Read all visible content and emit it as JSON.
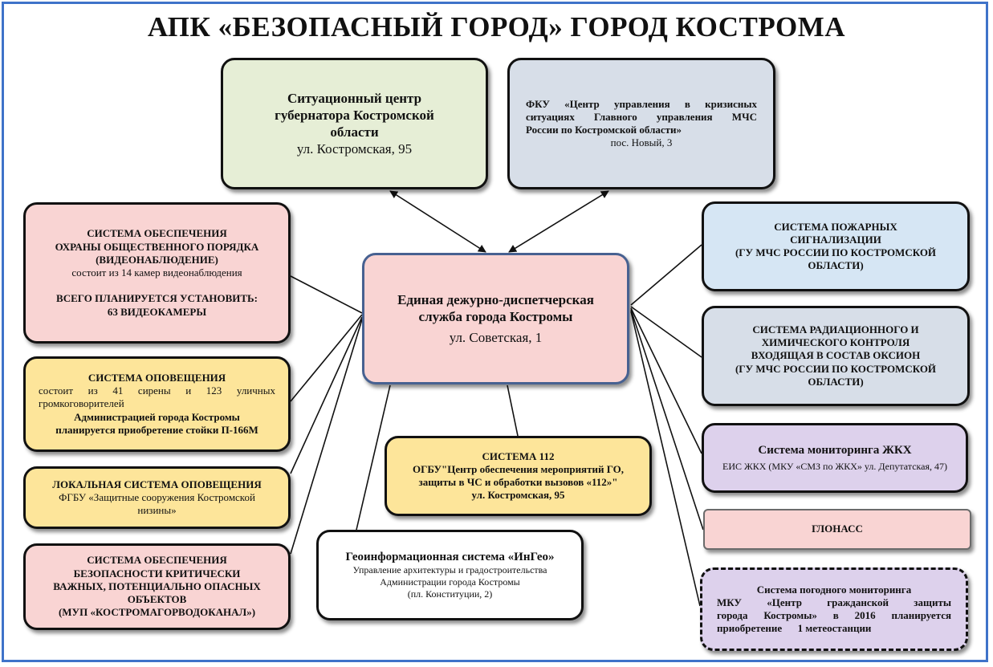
{
  "title": "АПК «БЕЗОПАСНЫЙ ГОРОД» ГОРОД КОСТРОМА",
  "center": {
    "line1": "Единая дежурно-диспетчерская",
    "line2": "служба города Костромы",
    "address": "ул. Советская, 1"
  },
  "situation_center": {
    "line1": "Ситуационный центр",
    "line2": "губернатора Костромской",
    "line3": "области",
    "address": "ул. Костромская, 95"
  },
  "fku": {
    "line1": "ФКУ «Центр управления в кризисных",
    "line2": "ситуациях Главного управления МЧС",
    "line3": "России по Костромской области»",
    "address": "пос. Новый, 3"
  },
  "video": {
    "line1": "СИСТЕМА ОБЕСПЕЧЕНИЯ",
    "line2": "ОХРАНЫ ОБЩЕСТВЕННОГО ПОРЯДКА",
    "line3": "(ВИДЕОНАБЛЮДЕНИЕ)",
    "line4": "состоит из 14 камер видеонаблюдения",
    "line5": "ВСЕГО ПЛАНИРУЕТСЯ УСТАНОВИТЬ:",
    "line6": "63 ВИДЕОКАМЕРЫ"
  },
  "alert": {
    "line1": "СИСТЕМА ОПОВЕЩЕНИЯ",
    "line2": "состоит из 41 сирены и 123 уличных",
    "line3": "громкоговорителей",
    "line4": "Администрацией города Костромы",
    "line5": "планируется приобретение стойки П-166М"
  },
  "local_alert": {
    "line1": "ЛОКАЛЬНАЯ СИСТЕМА ОПОВЕЩЕНИЯ",
    "line2": "ФГБУ «Защитные сооружения Костромской",
    "line3": "низины»"
  },
  "critical": {
    "line1": "СИСТЕМА ОБЕСПЕЧЕНИЯ",
    "line2": "БЕЗОПАСНОСТИ КРИТИЧЕСКИ",
    "line3": "ВАЖНЫХ, ПОТЕНЦИАЛЬНО ОПАСНЫХ",
    "line4": "ОБЪЕКТОВ",
    "line5": "(МУП «КОСТРОМАГОРВОДОКАНАЛ»)"
  },
  "ingeo": {
    "line1": "Геоинформационная система «ИнГео»",
    "line2": "Управление архитектуры и градостроительства",
    "line3": "Администрации города Костромы",
    "line4": "(пл. Конституции, 2)"
  },
  "s112": {
    "line1": "СИСТЕМА 112",
    "line2": "ОГБУ\"Центр обеспечения мероприятий ГО,",
    "line3": "защиты в ЧС и обработки вызовов «112»\"",
    "line4": "ул. Костромская, 95"
  },
  "fire": {
    "line1": "СИСТЕМА ПОЖАРНЫХ",
    "line2": "СИГНАЛИЗАЦИИ",
    "line3": "(ГУ МЧС РОССИИ ПО КОСТРОМСКОЙ",
    "line4": "ОБЛАСТИ)"
  },
  "radiation": {
    "line1": "СИСТЕМА РАДИАЦИОННОГО И",
    "line2": "ХИМИЧЕСКОГО КОНТРОЛЯ",
    "line3": "ВХОДЯЩАЯ В СОСТАВ ОКСИОН",
    "line4": "(ГУ МЧС РОССИИ ПО КОСТРОМСКОЙ",
    "line5": "ОБЛАСТИ)"
  },
  "zhkh": {
    "line1": "Система мониторинга ЖКХ",
    "line2": "ЕИС ЖКХ (МКУ «СМЗ по ЖКХ» ул. Депутатская, 47)"
  },
  "glonass": {
    "line1": "ГЛОНАСС"
  },
  "weather": {
    "line1": "Система погодного мониторинга",
    "line2": "МКУ «Центр гражданской защиты",
    "line3": "города Костромы» в 2016 планируется",
    "line4": "приобретение      1 метеостанции"
  },
  "colors": {
    "frame": "#3f73c9",
    "green": "#e6eed6",
    "grey": "#d7dee8",
    "pink": "#f9d4d3",
    "yellow": "#fde59a",
    "blue": "#d6e6f4",
    "purple": "#ddd1ec"
  }
}
